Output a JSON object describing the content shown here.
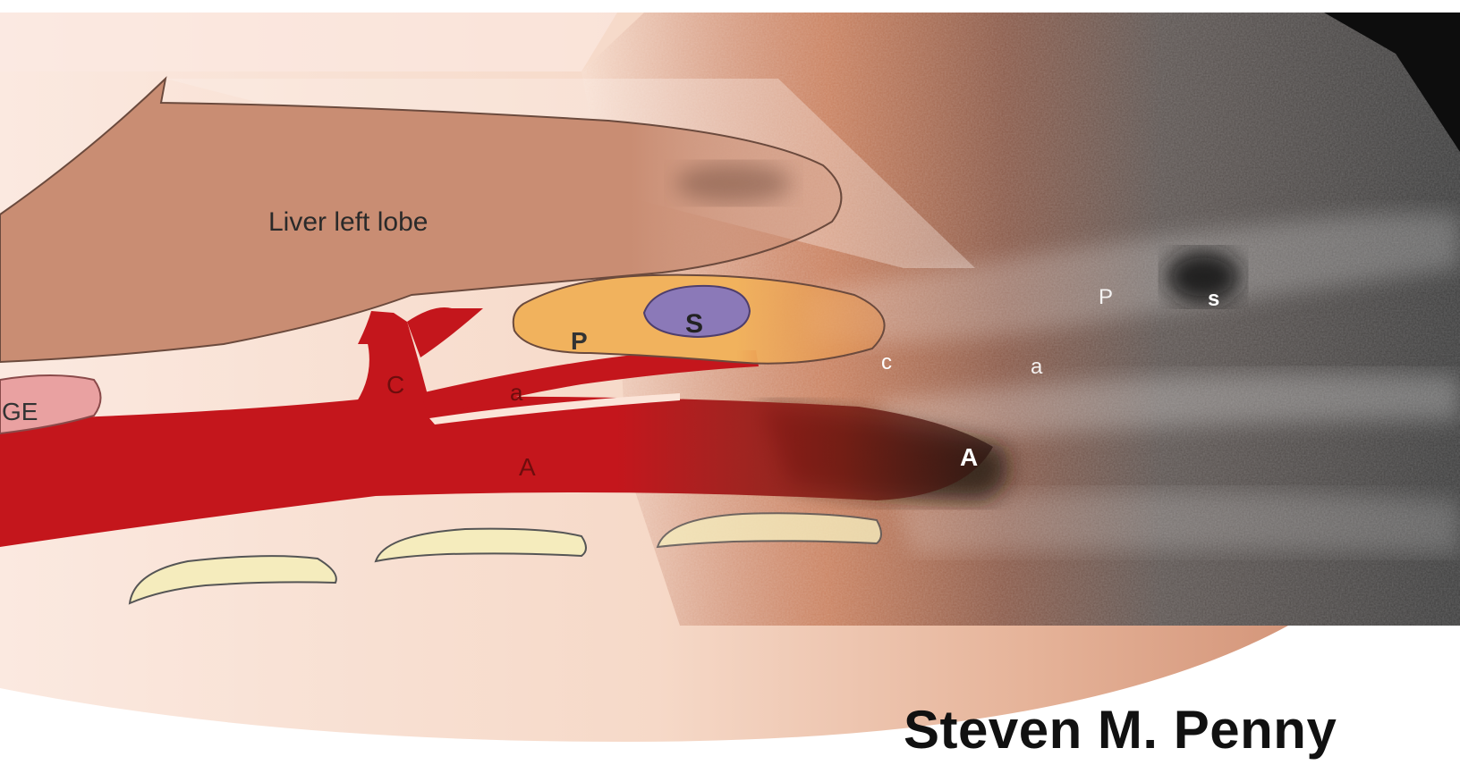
{
  "labels": {
    "liver": "Liver left lobe",
    "ge": "GE",
    "pancreas": "P",
    "splenic_vein": "S",
    "celiac": "C",
    "artery_small": "a",
    "aorta": "A"
  },
  "us_labels": {
    "pancreas": "P",
    "splenic_vein": "s",
    "celiac": "c",
    "artery_small": "a",
    "aorta": "A"
  },
  "author": "Steven M. Penny",
  "colors": {
    "liver": "#c98d73",
    "vessel": "#c4161c",
    "pancreas": "#f1b25d",
    "splenic_vein": "#8b79b8",
    "ge": "#e9a1a1",
    "bone": "#f5ecbd",
    "skin": "#f8e1d4"
  }
}
